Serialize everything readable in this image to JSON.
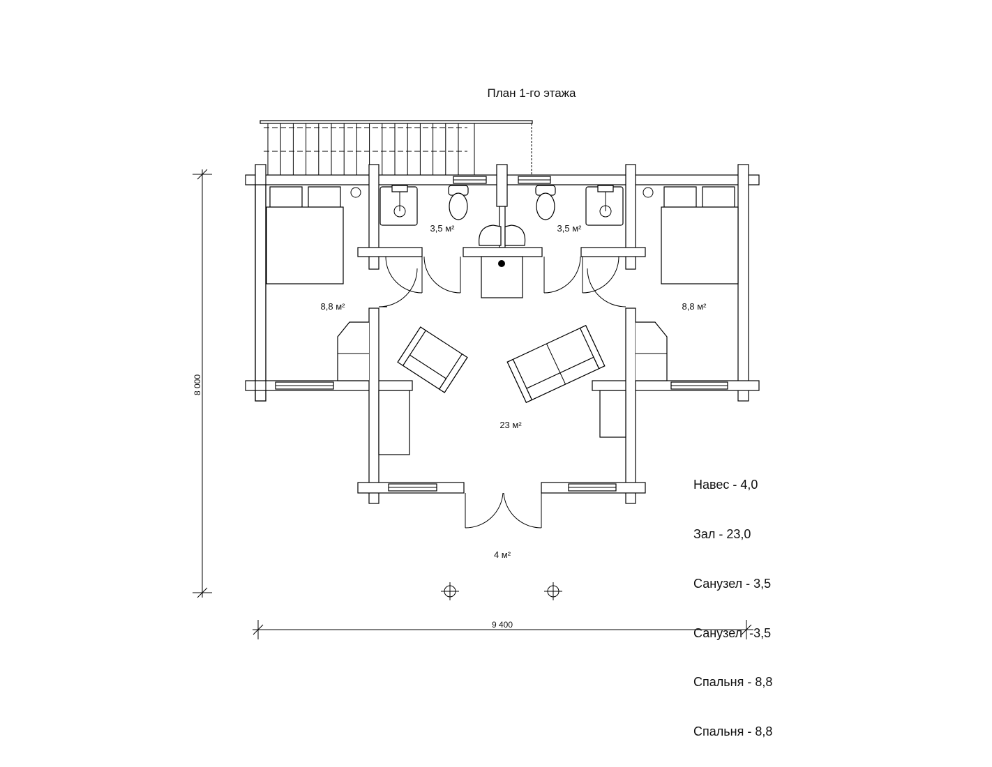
{
  "title": "План 1-го этажа",
  "rooms": [
    {
      "name": "bathroom-left-area",
      "label": "3,5 м²"
    },
    {
      "name": "bathroom-right-area",
      "label": "3,5 м²"
    },
    {
      "name": "bedroom-left-area",
      "label": "8,8 м²"
    },
    {
      "name": "bedroom-right-area",
      "label": "8,8 м²"
    },
    {
      "name": "hall-area",
      "label": "23 м²"
    },
    {
      "name": "canopy-area",
      "label": "4 м²"
    }
  ],
  "dimensions": {
    "height": "8 000",
    "width": "9 400"
  },
  "legend": [
    "Навес - 4,0",
    "Зал - 23,0",
    "Санузел - 3,5",
    "Санузел  -3,5",
    "Спальня - 8,8",
    "Спальня - 8,8"
  ]
}
